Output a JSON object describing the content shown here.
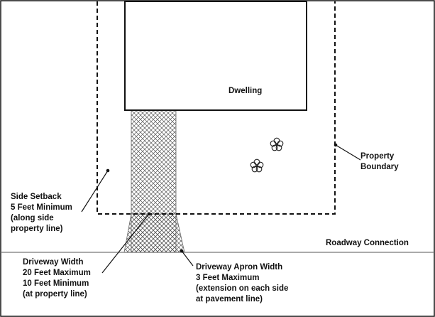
{
  "dwelling": {
    "label": "Dwelling"
  },
  "property_boundary": {
    "lines": [
      "Property",
      "Boundary"
    ]
  },
  "roadway_connection": {
    "label": "Roadway Connection"
  },
  "side_setback": {
    "lines": [
      "Side Setback",
      "5 Feet Minimum",
      "(along side",
      "property line)"
    ]
  },
  "driveway_width": {
    "lines": [
      "Driveway Width",
      "20 Feet Maximum",
      "10 Feet Minimum",
      "(at property line)"
    ]
  },
  "driveway_apron": {
    "lines": [
      "Driveway Apron Width",
      "3 Feet Maximum",
      "(extension on each side",
      "at pavement line)"
    ]
  },
  "colors": {
    "line": "#111111",
    "hatch": "#555555",
    "background": "#ffffff"
  }
}
